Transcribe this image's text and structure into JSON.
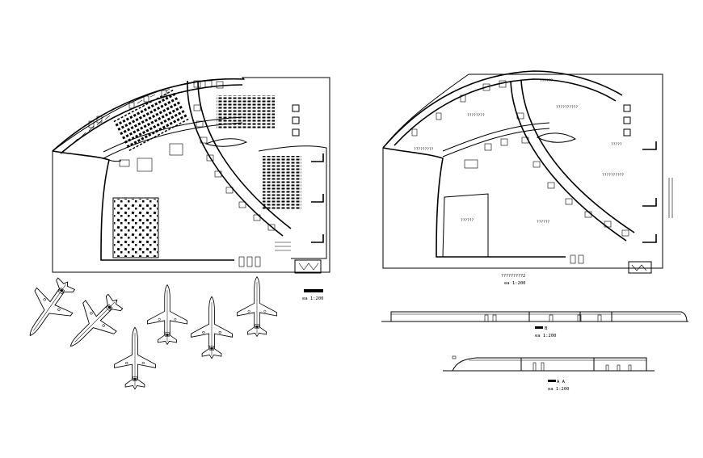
{
  "drawings": {
    "left_plan": {
      "scale": "ea 1:200"
    },
    "right_plan": {
      "scale_code": "?????????2",
      "scale": "ea 1:200"
    },
    "section_b": {
      "label": "B",
      "scale": "ea 1:200"
    },
    "section_a": {
      "label": "A A",
      "scale": "ea 1:200"
    }
  },
  "room_labels": [
    "??????",
    "????????",
    "??????????",
    "?????",
    "??????????",
    "??????",
    "?????????",
    "??????"
  ],
  "aircraft": [
    {
      "id": "plane-1",
      "rotation": -35
    },
    {
      "id": "plane-2",
      "rotation": -45
    },
    {
      "id": "plane-3",
      "rotation": 0
    },
    {
      "id": "plane-4",
      "rotation": 0
    },
    {
      "id": "plane-5",
      "rotation": 0
    },
    {
      "id": "plane-6",
      "rotation": 0
    },
    {
      "id": "plane-7",
      "rotation": 0
    }
  ]
}
